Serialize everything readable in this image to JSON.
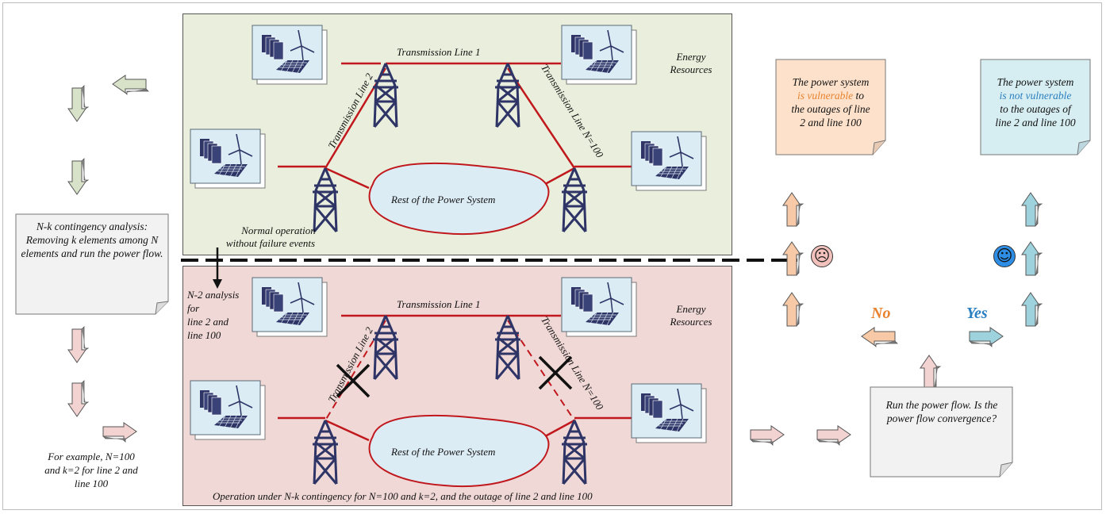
{
  "top_panel": {
    "line1_label": "Transmission Line 1",
    "line2_label": "Transmission Line 2",
    "line100_label": "Transmission Line N=100",
    "energy_label": "Energy Resources",
    "rest_label": "Rest of the Power System",
    "normal_label_1": "Normal operation",
    "normal_label_2": "without failure events"
  },
  "bottom_panel": {
    "line1_label": "Transmission Line 1",
    "line2_label": "Transmission Line 2",
    "line100_label": "Transmission Line N=100",
    "energy_label": "Energy Resources",
    "rest_label": "Rest of the Power System",
    "n2_label_1": "N-2 analysis",
    "n2_label_2": "for",
    "n2_label_3": "line 2 and",
    "n2_label_4": "line 100",
    "caption": "Operation under N-k contingency for N=100 and k=2, and the outage of line 2 and line 100"
  },
  "left": {
    "contingency_note": "N-k contingency analysis: Removing k elements among N elements and run the power flow.",
    "example_1": "For example, N=100",
    "example_2": "and k=2 for line 2 and",
    "example_3": "line 100"
  },
  "right": {
    "run_note": "Run the power flow. Is the power flow convergence?",
    "no_label": "No",
    "yes_label": "Yes",
    "vuln_1": "The power system",
    "vuln_2": "is vulnerable",
    "vuln_3": " to",
    "vuln_4": "the outages of line",
    "vuln_5": "2 and line 100",
    "notvuln_1": "The power system",
    "notvuln_2": "is not vulnerable",
    "notvuln_3": "to the outages of",
    "notvuln_4": "line 2 and line 100"
  },
  "icons": {
    "sad": "sad-face-icon",
    "happy": "happy-face-icon",
    "tower": "transmission-tower-icon",
    "resource": "energy-resource-icon"
  },
  "colors": {
    "top_bg": "#e9efdc",
    "bottom_bg": "#f0d8d6",
    "line_red": "#c0181d",
    "no_orange": "#e8822e",
    "yes_blue": "#2a7fc0",
    "vuln_note_bg": "#fde1cb",
    "notvuln_note_bg": "#d6edf1"
  }
}
